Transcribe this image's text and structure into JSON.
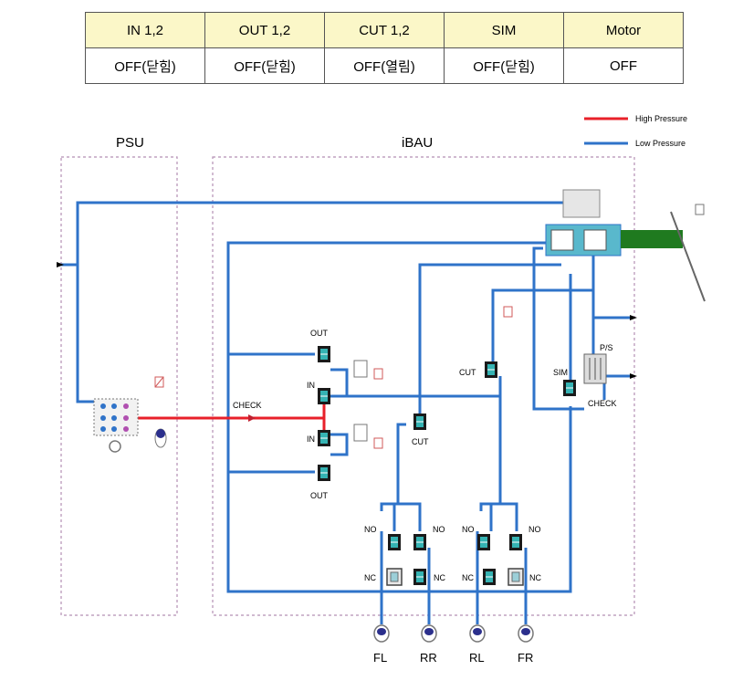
{
  "table": {
    "headers": [
      "IN 1,2",
      "OUT 1,2",
      "CUT 1,2",
      "SIM",
      "Motor"
    ],
    "values": [
      "OFF(닫힘)",
      "OFF(닫힘)",
      "OFF(열림)",
      "OFF(닫힘)",
      "OFF"
    ]
  },
  "legend": {
    "high": {
      "label": "High Pressure",
      "color": "#e8202a"
    },
    "low": {
      "label": "Low Pressure",
      "color": "#2f73c9"
    }
  },
  "sections": {
    "psu": "PSU",
    "ibau": "iBAU"
  },
  "valves": {
    "out": "OUT",
    "in": "IN",
    "cut": "CUT",
    "sim": "SIM",
    "check": "CHECK",
    "ps": "P/S",
    "no": "NO",
    "nc": "NC"
  },
  "wheels": [
    "FL",
    "RR",
    "RL",
    "FR"
  ]
}
